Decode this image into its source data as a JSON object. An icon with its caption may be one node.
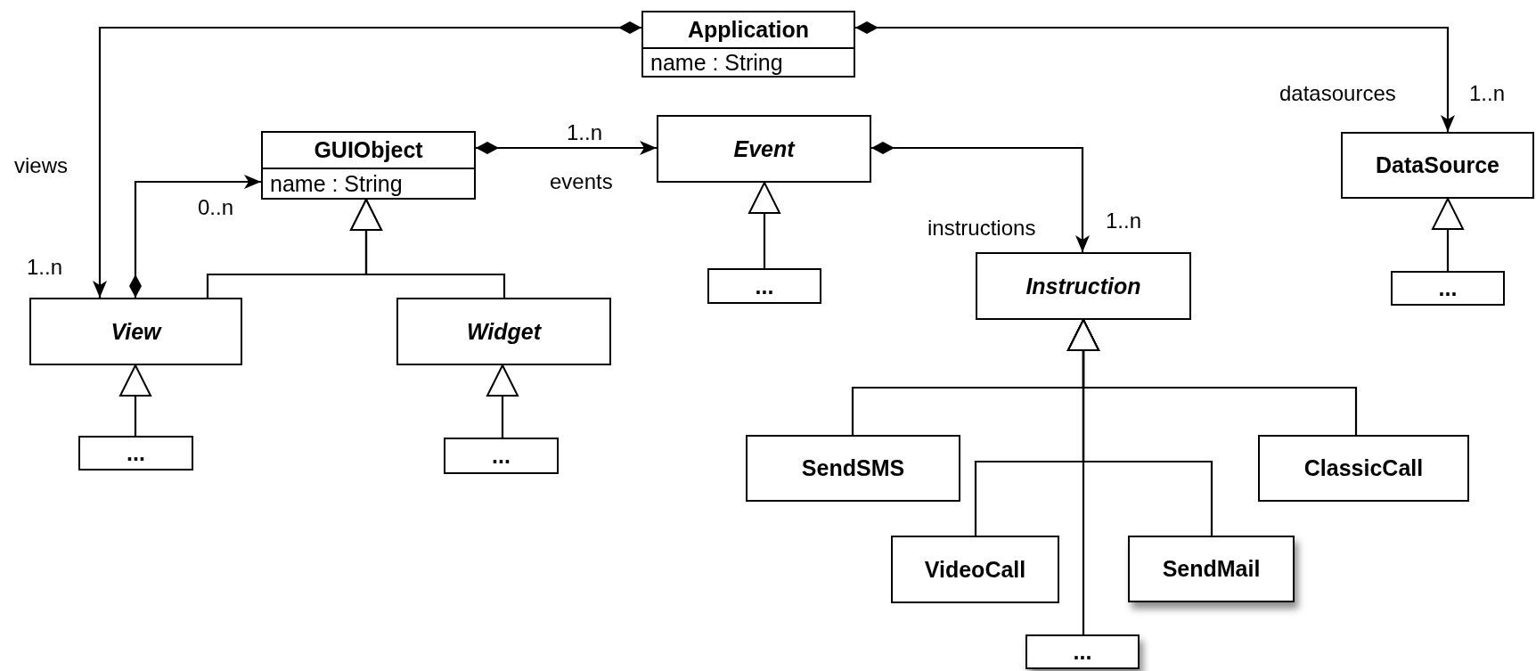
{
  "diagram": {
    "nodes": [
      {
        "text": [
          "Application",
          "name : String"
        ]
      },
      {
        "text": [
          "GUIObject",
          "name : String"
        ]
      },
      {
        "text": [
          "Event"
        ]
      },
      {
        "text": [
          "DataSource"
        ]
      },
      {
        "text": [
          "View"
        ]
      },
      {
        "text": [
          "Widget"
        ]
      },
      {
        "text": [
          "..."
        ]
      },
      {
        "text": [
          "..."
        ]
      },
      {
        "text": [
          "..."
        ]
      },
      {
        "text": [
          "Instruction"
        ]
      },
      {
        "text": [
          "..."
        ]
      },
      {
        "text": [
          "SendSMS"
        ]
      },
      {
        "text": [
          "ClassicCall"
        ]
      },
      {
        "text": [
          "VideoCall"
        ]
      },
      {
        "text": [
          "SendMail"
        ]
      },
      {
        "text": [
          "..."
        ]
      }
    ],
    "edges": [
      {
        "from": 0,
        "to": 4,
        "arrow": "to"
      },
      {
        "from": 0,
        "to": 3,
        "arrow": "to"
      },
      {
        "from": 1,
        "to": 2,
        "arrow": "to"
      },
      {
        "from": 4,
        "to": 1,
        "arrow": "to"
      },
      {
        "from": 2,
        "to": 9,
        "arrow": "to"
      },
      {
        "from": 4,
        "to": 1,
        "arrow": "to"
      },
      {
        "from": 5,
        "to": 1,
        "arrow": "to"
      },
      {
        "from": 6,
        "to": 4,
        "arrow": "to"
      },
      {
        "from": 7,
        "to": 5,
        "arrow": "to"
      },
      {
        "from": 8,
        "to": 2,
        "arrow": "to"
      },
      {
        "from": 10,
        "to": 3,
        "arrow": "to"
      },
      {
        "from": 11,
        "to": 9,
        "arrow": "to"
      },
      {
        "from": 12,
        "to": 9,
        "arrow": "to"
      },
      {
        "from": 13,
        "to": 9,
        "arrow": "to"
      },
      {
        "from": 14,
        "to": 9,
        "arrow": "to"
      },
      {
        "from": 15,
        "to": 9,
        "arrow": "to"
      }
    ],
    "labels": [
      "datasources",
      "1..n",
      "1..n",
      "views",
      "events",
      "0..n",
      "instructions",
      "1..n",
      "1..n"
    ]
  }
}
